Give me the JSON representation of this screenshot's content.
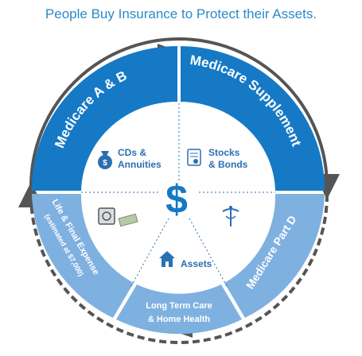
{
  "title": "People Buy Insurance to Protect their Assets.",
  "segments": {
    "medicare_ab": "Medicare A & B",
    "medicare_supplement": "Medicare Supplement",
    "medicare_part_d": "Medicare Part D",
    "long_term_care_1": "Long Term Care",
    "long_term_care_2": "& Home Health",
    "life_final_1": "Life & Final Expense",
    "life_final_2": "(estimated at $7,000)"
  },
  "center": {
    "symbol": "$",
    "cds_1": "CDs &",
    "cds_2": "Annuities",
    "stocks_1": "Stocks",
    "stocks_2": "& Bonds",
    "assets": "Assets"
  },
  "icons": [
    "money-bag-icon",
    "certificate-icon",
    "safe-icon",
    "cash-icon",
    "caduceus-icon",
    "house-icon",
    "cycle-arrow-icon"
  ],
  "colors": {
    "dark_blue": "#1679c6",
    "light_blue": "#7fb1e0",
    "text_blue": "#2a6fb2",
    "arrow": "#555555"
  }
}
